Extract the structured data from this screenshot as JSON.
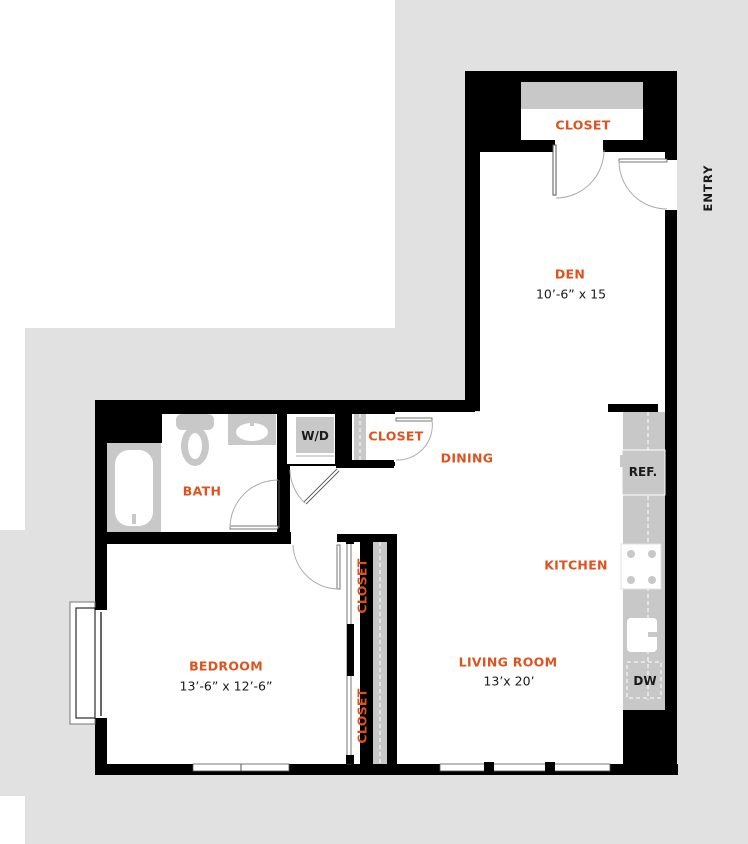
{
  "colors": {
    "site_gray": "#e1e1e1",
    "wall": "#000000",
    "fixture_gray": "#c8c8c8",
    "room_label": "#e0521d",
    "text_dark": "#1a1a1a"
  },
  "entry_label": "ENTRY",
  "rooms": {
    "den": {
      "name": "DEN",
      "dimensions": "10’-6” x 15"
    },
    "den_closet": {
      "name": "CLOSET"
    },
    "dining": {
      "name": "DINING"
    },
    "hall_closet": {
      "name": "CLOSET"
    },
    "kitchen": {
      "name": "KITCHEN"
    },
    "living_room": {
      "name": "LIVING ROOM",
      "dimensions": "13’x 20’"
    },
    "bath": {
      "name": "BATH"
    },
    "bedroom": {
      "name": "BEDROOM",
      "dimensions": "13’-6” x 12’-6”"
    },
    "bedroom_closet_1": {
      "name": "CLOSET"
    },
    "bedroom_closet_2": {
      "name": "CLOSET"
    }
  },
  "appliances": {
    "washer_dryer": "W/D",
    "refrigerator": "REF.",
    "dishwasher": "DW"
  }
}
